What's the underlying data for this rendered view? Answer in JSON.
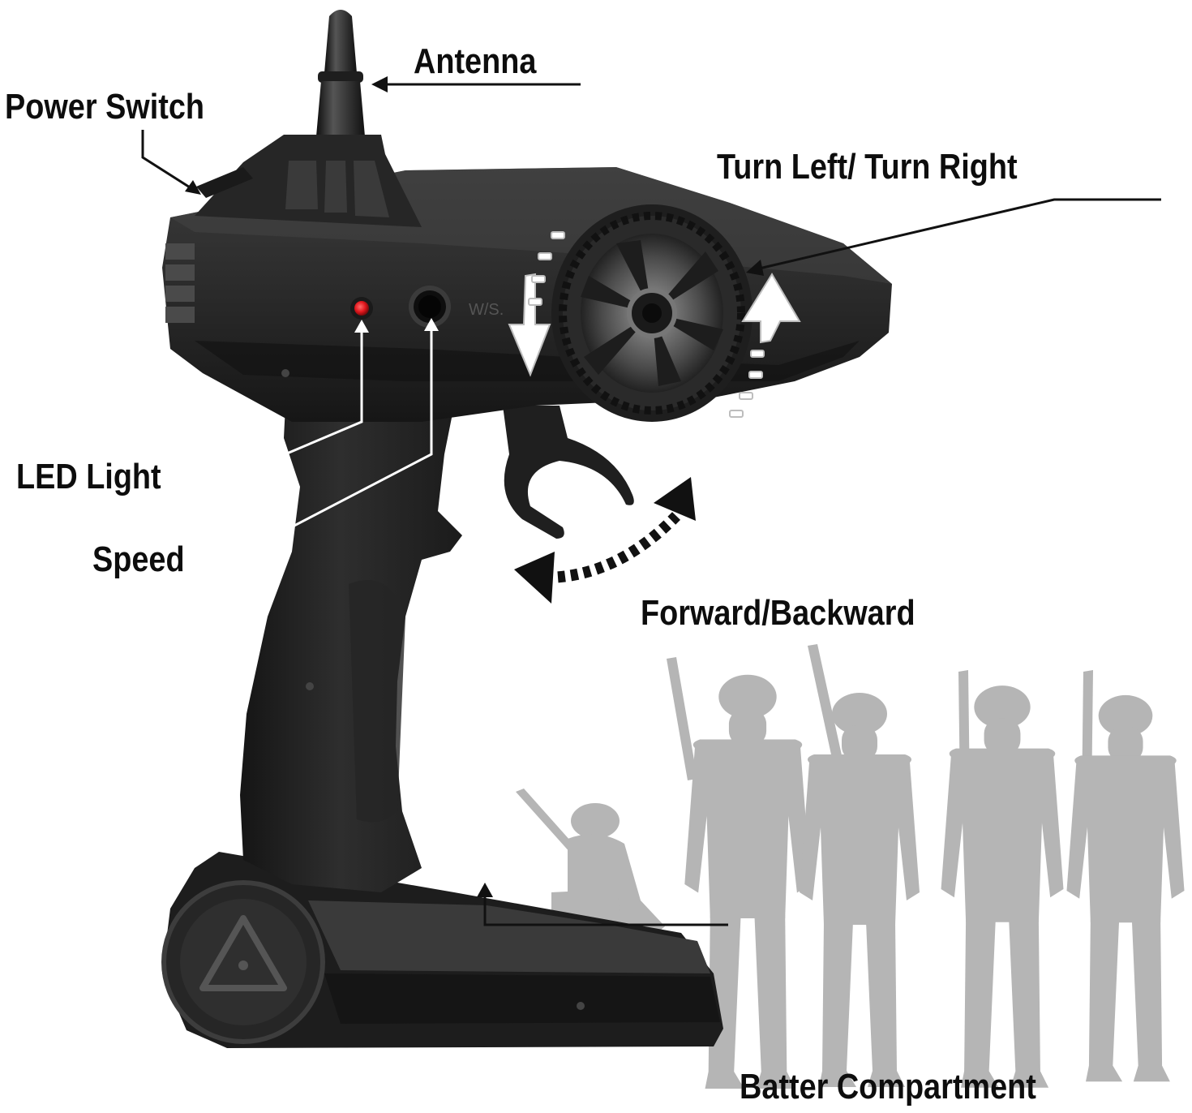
{
  "labels": {
    "antenna": "Antenna",
    "power_switch": "Power Switch",
    "turn": "Turn Left/ Turn Right",
    "led_light": "LED Light",
    "speed": "Speed",
    "forward_backward": "Forward/Backward",
    "battery_compartment": "Batter Compartment"
  },
  "controller": {
    "panel_text": "W/S."
  },
  "colors": {
    "background": "#ffffff",
    "controller_body": "#2b2b2b",
    "controller_dark": "#1a1a1a",
    "led_red": "#e0161c",
    "silhouette": "#b5b5b5",
    "leader_line": "#111111",
    "label_text": "#0d0d0d"
  },
  "icons": [
    "antenna-icon",
    "power-switch-icon",
    "led-light-icon",
    "speed-knob-icon",
    "steering-wheel-icon",
    "throttle-trigger-icon",
    "battery-cover-icon",
    "soldier-silhouette-icon"
  ]
}
